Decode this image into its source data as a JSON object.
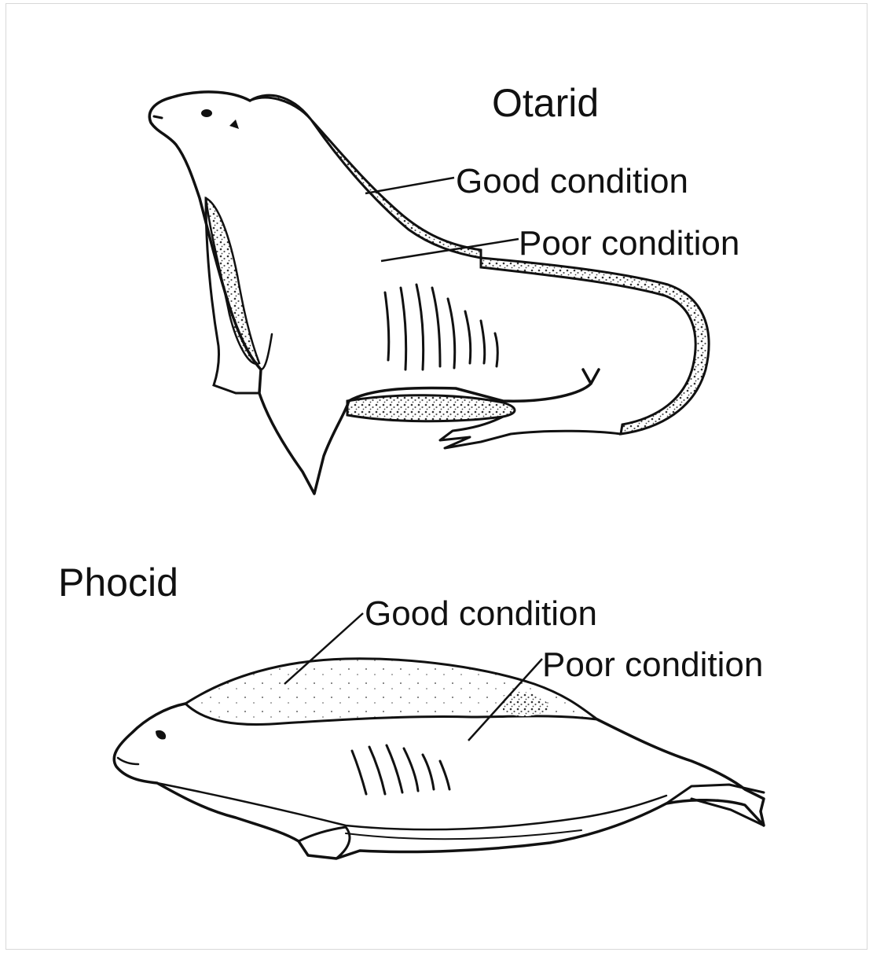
{
  "diagrams": [
    {
      "title": "Otarid",
      "labels": {
        "good": "Good condition",
        "poor": "Poor condition"
      }
    },
    {
      "title": "Phocid",
      "labels": {
        "good": "Good condition",
        "poor": "Poor condition"
      }
    }
  ],
  "colors": {
    "ink": "#111111",
    "fat_layer_fill": "#9a9a9a",
    "background": "#ffffff"
  }
}
